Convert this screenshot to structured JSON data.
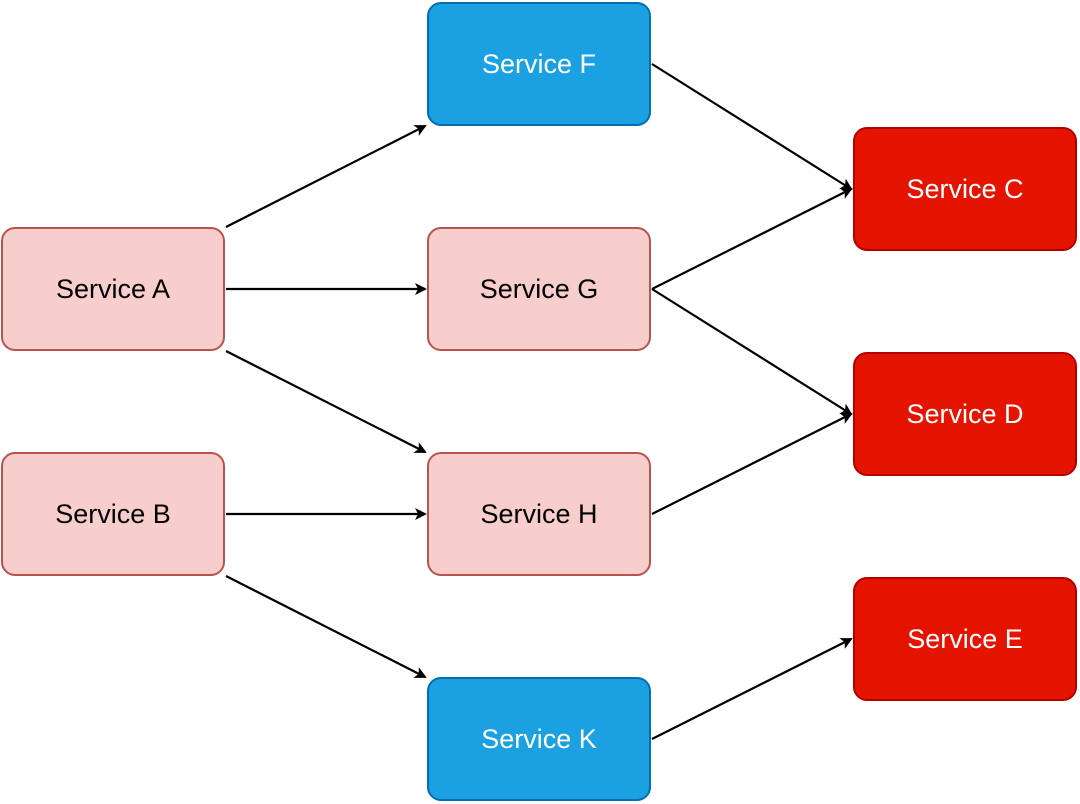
{
  "colors": {
    "pink_fill": "#f8cecc",
    "pink_stroke": "#b85450",
    "blue_fill": "#1ba1e2",
    "blue_stroke": "#006eaf",
    "red_fill": "#e51400",
    "red_stroke": "#b20000",
    "edge": "#000000"
  },
  "nodes": [
    {
      "id": "A",
      "label": "Service A",
      "style": "pink"
    },
    {
      "id": "B",
      "label": "Service B",
      "style": "pink"
    },
    {
      "id": "F",
      "label": "Service F",
      "style": "blue"
    },
    {
      "id": "G",
      "label": "Service G",
      "style": "pink"
    },
    {
      "id": "H",
      "label": "Service H",
      "style": "pink"
    },
    {
      "id": "K",
      "label": "Service K",
      "style": "blue"
    },
    {
      "id": "C",
      "label": "Service C",
      "style": "red"
    },
    {
      "id": "D",
      "label": "Service D",
      "style": "red"
    },
    {
      "id": "E",
      "label": "Service E",
      "style": "red"
    }
  ],
  "edges": [
    {
      "from": "A",
      "to": "F"
    },
    {
      "from": "A",
      "to": "G"
    },
    {
      "from": "A",
      "to": "H"
    },
    {
      "from": "B",
      "to": "H"
    },
    {
      "from": "B",
      "to": "K"
    },
    {
      "from": "F",
      "to": "C"
    },
    {
      "from": "G",
      "to": "C"
    },
    {
      "from": "G",
      "to": "D"
    },
    {
      "from": "H",
      "to": "D"
    },
    {
      "from": "K",
      "to": "E"
    }
  ]
}
